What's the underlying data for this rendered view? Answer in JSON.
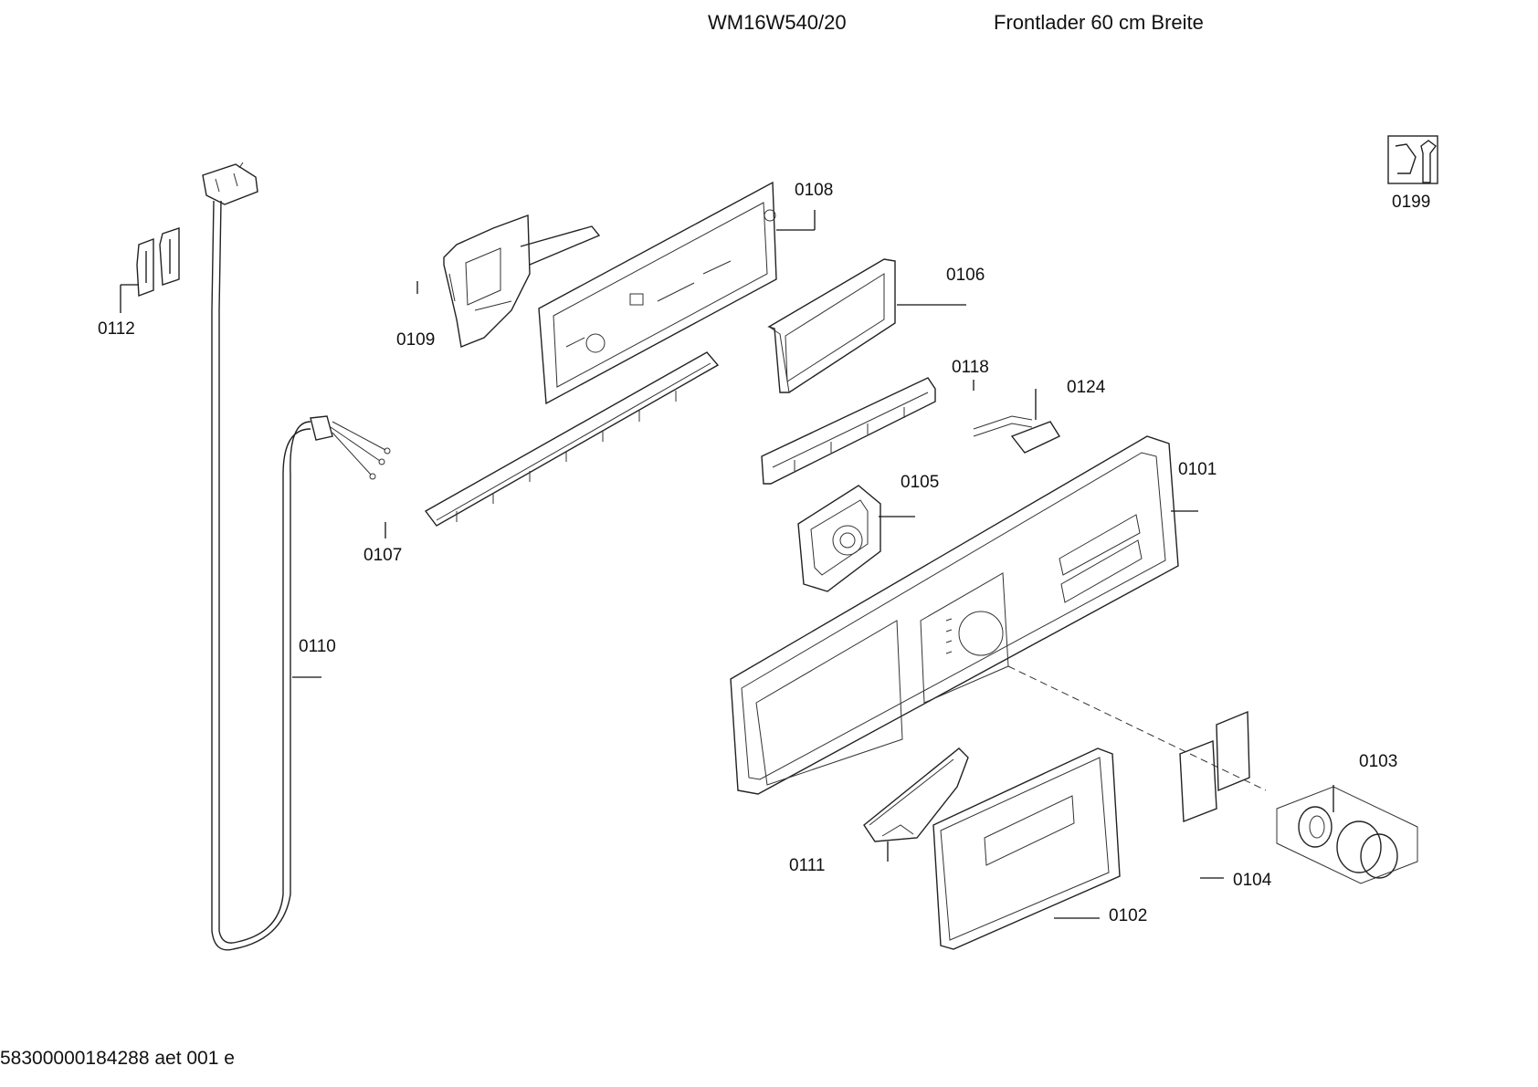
{
  "header": {
    "model": "WM16W540/20",
    "description": "Frontlader 60 cm Breite"
  },
  "footer": {
    "document_code": "58300000184288 aet 001 e"
  },
  "parts": [
    {
      "id": "p0101",
      "label": "0101",
      "icon": "control-panel-fascia"
    },
    {
      "id": "p0102",
      "label": "0102",
      "icon": "detergent-drawer-front"
    },
    {
      "id": "p0103",
      "label": "0103",
      "icon": "program-knob"
    },
    {
      "id": "p0104",
      "label": "0104",
      "icon": "panel-label-foil"
    },
    {
      "id": "p0105",
      "label": "0105",
      "icon": "program-selector-module"
    },
    {
      "id": "p0106",
      "label": "0106",
      "icon": "display-window"
    },
    {
      "id": "p0107",
      "label": "0107",
      "icon": "button-strip"
    },
    {
      "id": "p0108",
      "label": "0108",
      "icon": "control-module-board"
    },
    {
      "id": "p0109",
      "label": "0109",
      "icon": "module-holder"
    },
    {
      "id": "p0110",
      "label": "0110",
      "icon": "mains-cable"
    },
    {
      "id": "p0111",
      "label": "0111",
      "icon": "drawer-handle-insert"
    },
    {
      "id": "p0112",
      "label": "0112",
      "icon": "cable-clip"
    },
    {
      "id": "p0118",
      "label": "0118",
      "icon": "button-carrier"
    },
    {
      "id": "p0124",
      "label": "0124",
      "icon": "sensor-with-wire"
    },
    {
      "id": "p0199",
      "label": "0199",
      "icon": "service-tool-icon"
    }
  ]
}
